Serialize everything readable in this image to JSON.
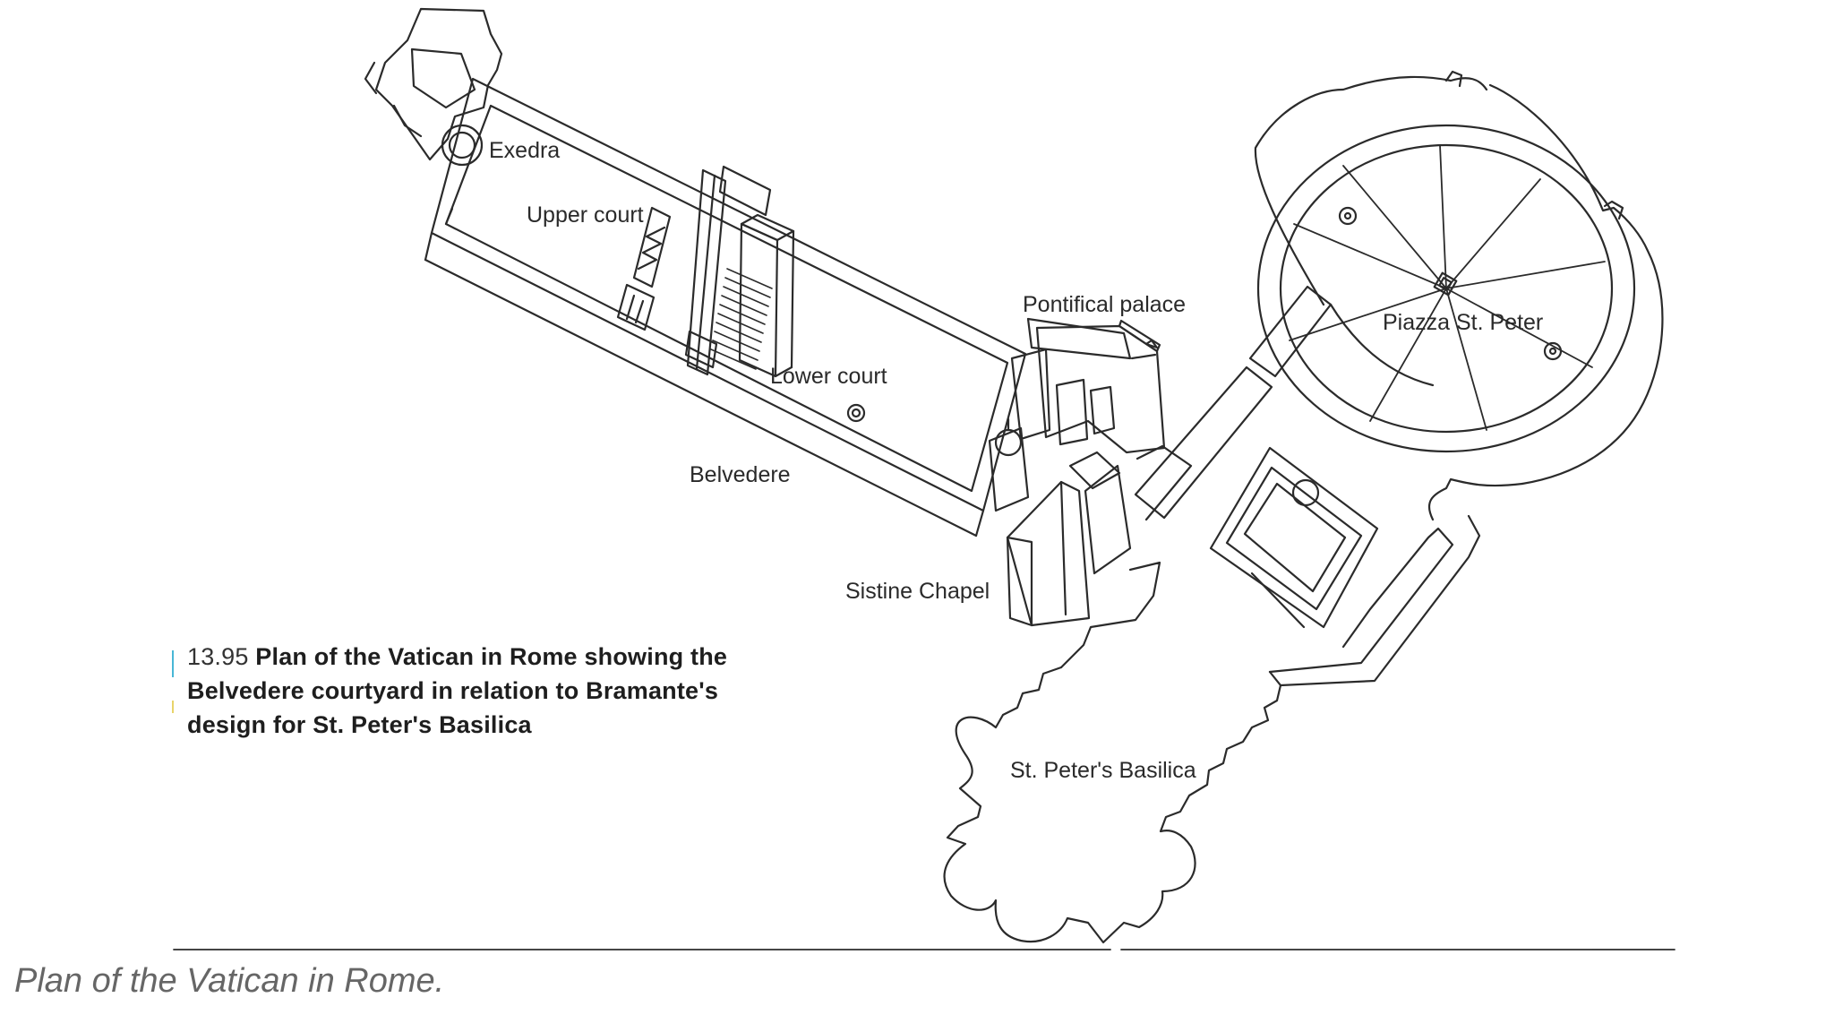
{
  "labels": {
    "exedra": "Exedra",
    "upper_court": "Upper court",
    "pontifical_palace": "Pontifical palace",
    "piazza": "Piazza St. Peter",
    "lower_court": "Lower court",
    "belvedere": "Belvedere",
    "sistine": "Sistine Chapel",
    "basilica": "St. Peter's Basilica"
  },
  "figure_caption": {
    "number": "13.95",
    "line1": "Plan of the Vatican in Rome showing the",
    "line2": "Belvedere courtyard in relation to Bramante's",
    "line3": "design for St. Peter's Basilica"
  },
  "web_caption": "Plan of the Vatican in Rome."
}
